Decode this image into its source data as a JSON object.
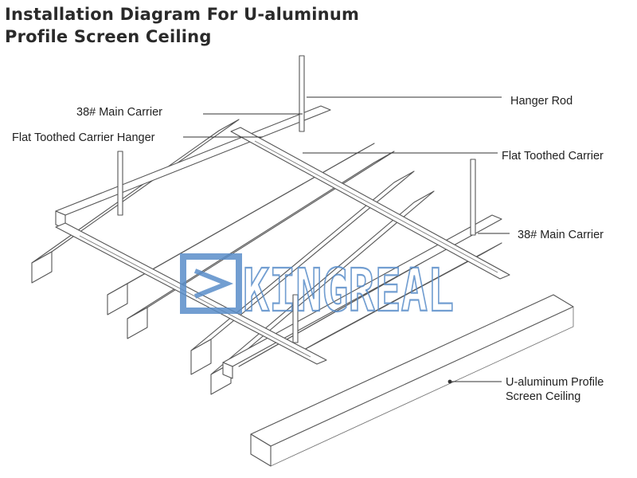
{
  "title": {
    "line1": "Installation Diagram For U-aluminum",
    "line2": "Profile Screen Ceiling"
  },
  "labels": {
    "hanger_rod": "Hanger Rod",
    "main_carrier_top": "38# Main Carrier",
    "flat_toothed_carrier_hanger": "Flat Toothed Carrier Hanger",
    "flat_toothed_carrier": "Flat Toothed Carrier",
    "main_carrier_right": "38# Main Carrier",
    "u_profile_line1": "U-aluminum Profile",
    "u_profile_line2": "Screen Ceiling"
  },
  "watermark": {
    "text": "KINGREAL",
    "color": "#5a8ec9"
  }
}
